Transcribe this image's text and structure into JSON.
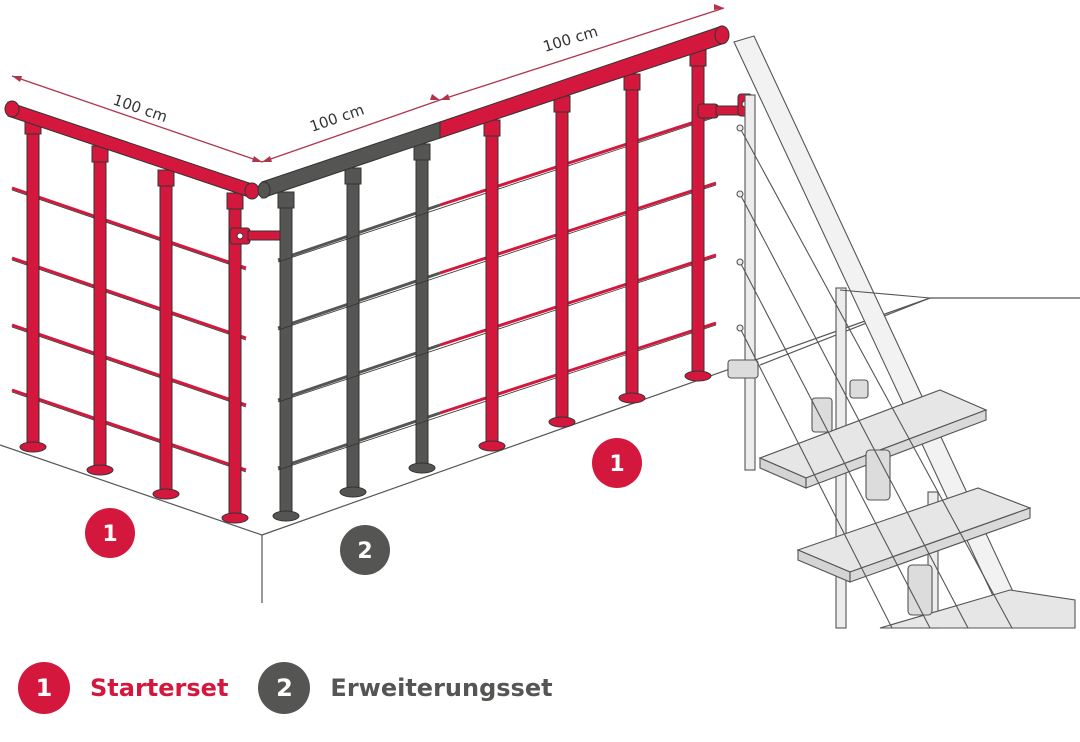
{
  "colors": {
    "starter": "#d4183d",
    "extension": "#555553",
    "stair": "#e6e6e6",
    "outline": "#333333",
    "dimension": "#b0344a"
  },
  "dimensions": {
    "left_rail": "100 cm",
    "middle_rail": "100 cm",
    "right_rail": "100 cm"
  },
  "badges": {
    "left_floor": "1",
    "middle_floor": "2",
    "right_floor": "1"
  },
  "legend": {
    "items": [
      {
        "number": "1",
        "label": "Starterset",
        "color": "#d4183d"
      },
      {
        "number": "2",
        "label": "Erweiterungsset",
        "color": "#555553"
      }
    ]
  }
}
